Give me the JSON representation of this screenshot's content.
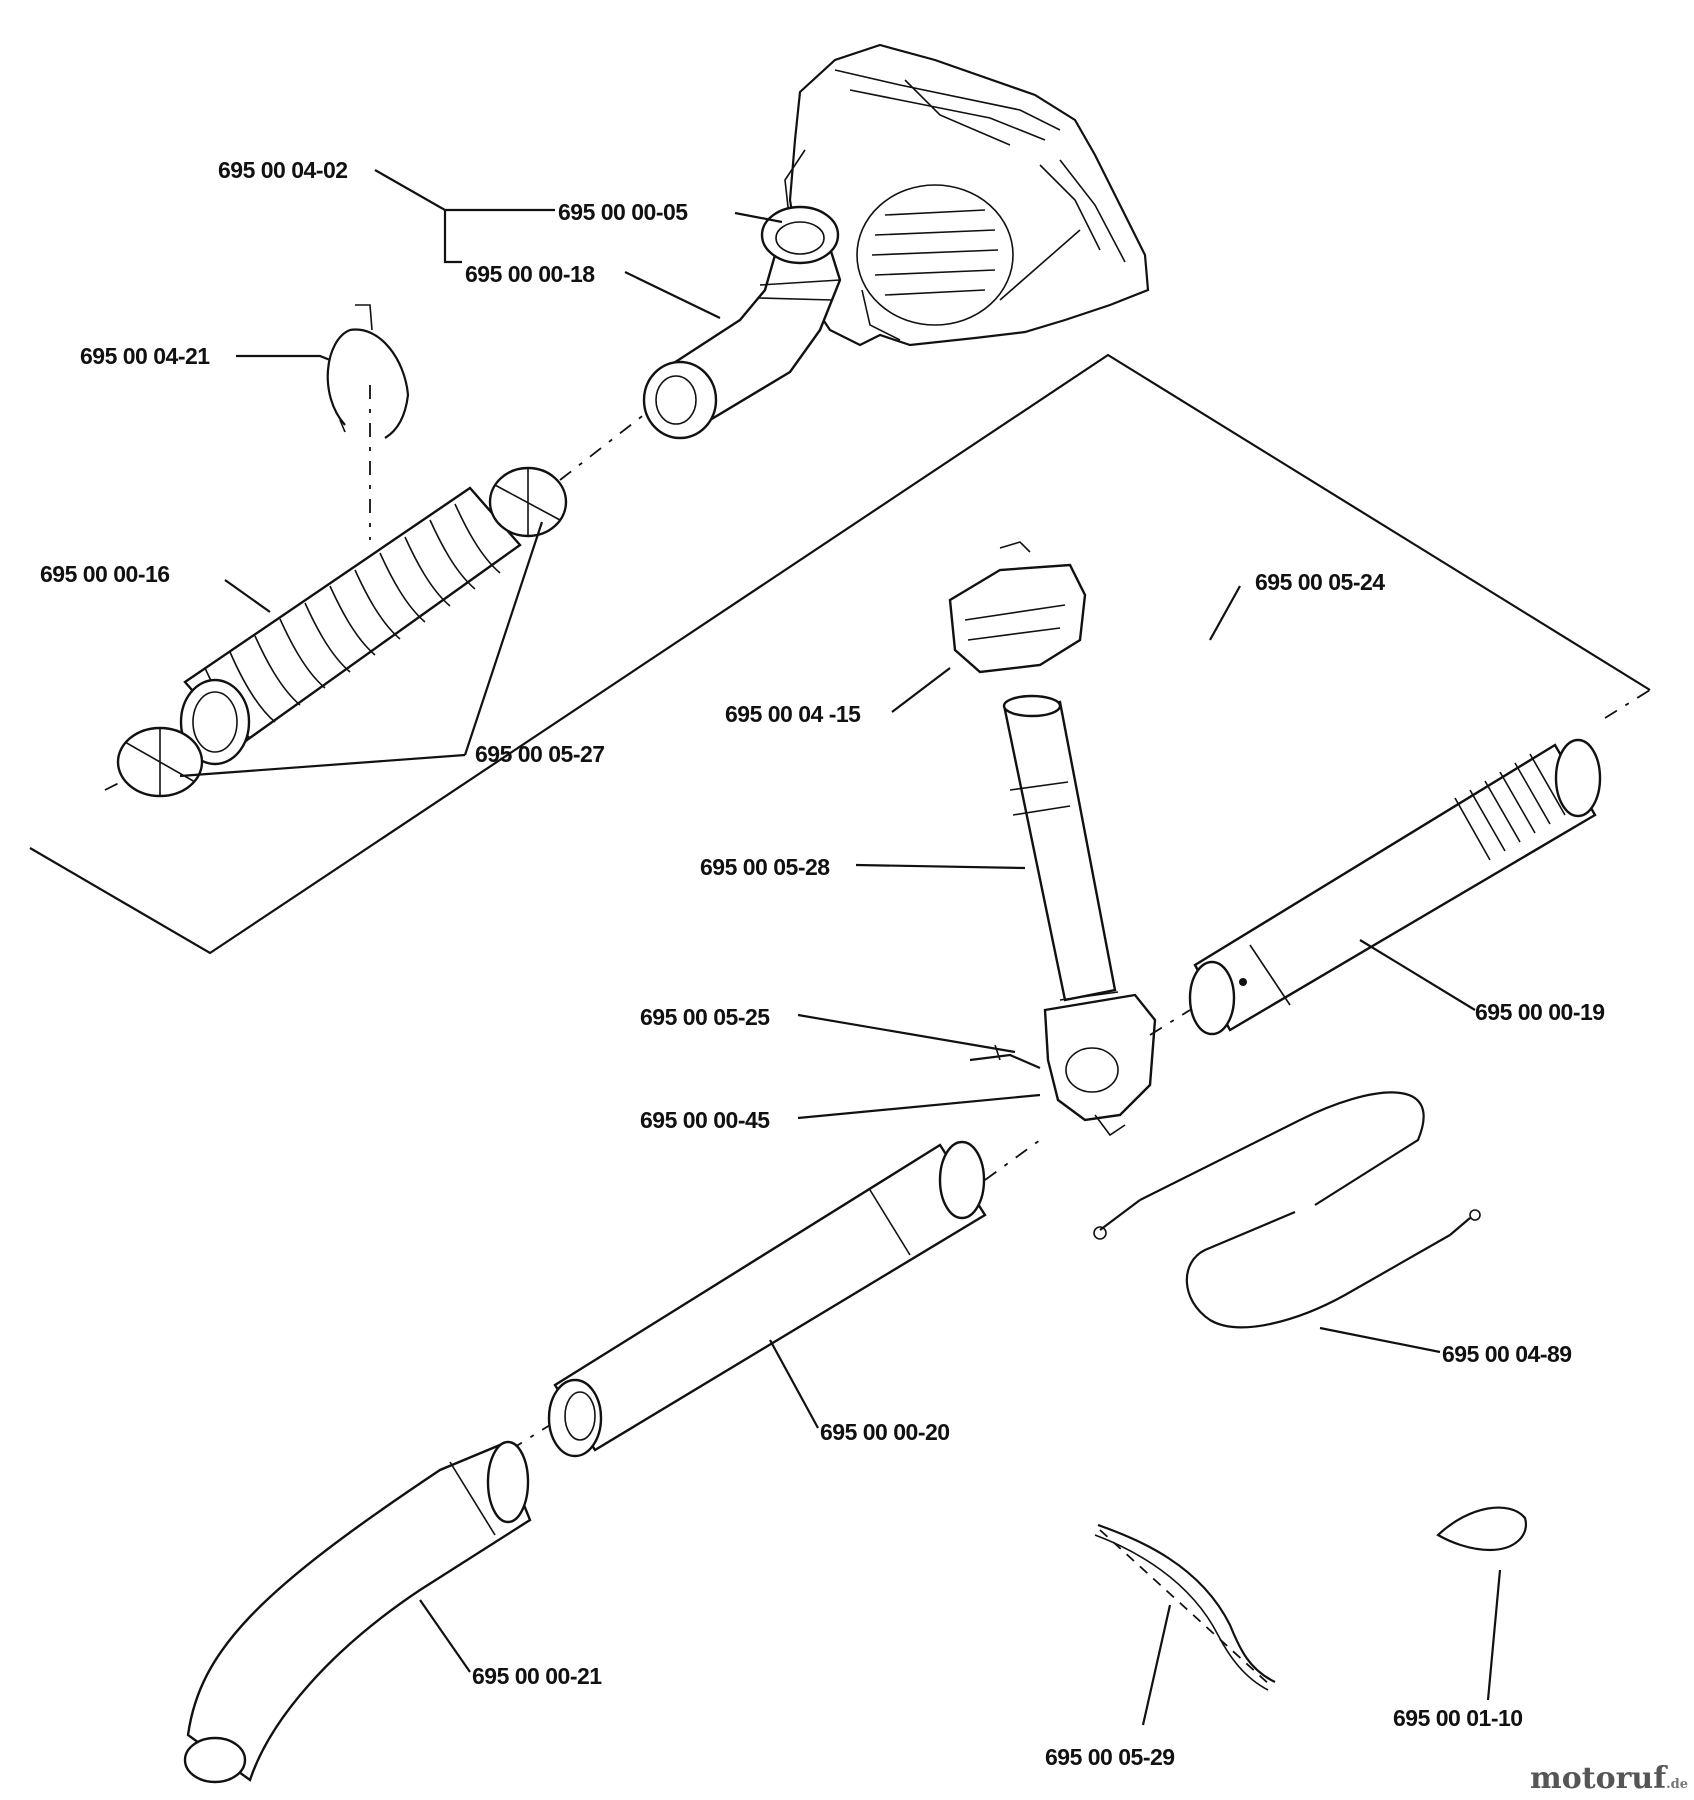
{
  "labels": {
    "p_04_02": "695 00 04-02",
    "p_00_05": "695 00 00-05",
    "p_00_18": "695 00 00-18",
    "p_04_21": "695 00 04-21",
    "p_00_16": "695 00 00-16",
    "p_05_27": "695 00 05-27",
    "p_05_24": "695 00 05-24",
    "p_04_15": "695 00 04 -15",
    "p_05_28": "695 00 05-28",
    "p_00_19": "695 00 00-19",
    "p_05_25": "695 00 05-25",
    "p_00_45": "695 00 00-45",
    "p_04_89": "695 00 04-89",
    "p_00_20": "695 00 00-20",
    "p_00_21": "695 00 00-21",
    "p_05_29": "695 00 05-29",
    "p_01_10": "695 00 01-10"
  },
  "watermark": {
    "brand": "motoruf",
    "suffix": ".de"
  }
}
